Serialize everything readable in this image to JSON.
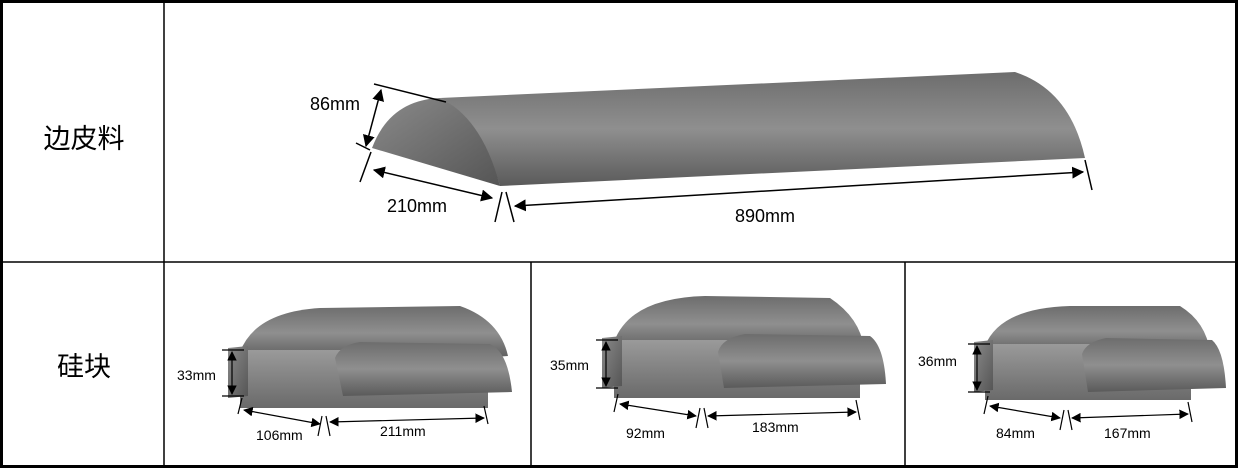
{
  "rows": [
    {
      "label": "边皮料",
      "dims": {
        "height": "86mm",
        "width": "210mm",
        "length": "890mm"
      }
    },
    {
      "label": "硅块",
      "blocks": [
        {
          "height": "33mm",
          "width": "106mm",
          "length": "211mm"
        },
        {
          "height": "35mm",
          "width": "92mm",
          "length": "183mm"
        },
        {
          "height": "36mm",
          "width": "84mm",
          "length": "167mm"
        }
      ]
    }
  ]
}
